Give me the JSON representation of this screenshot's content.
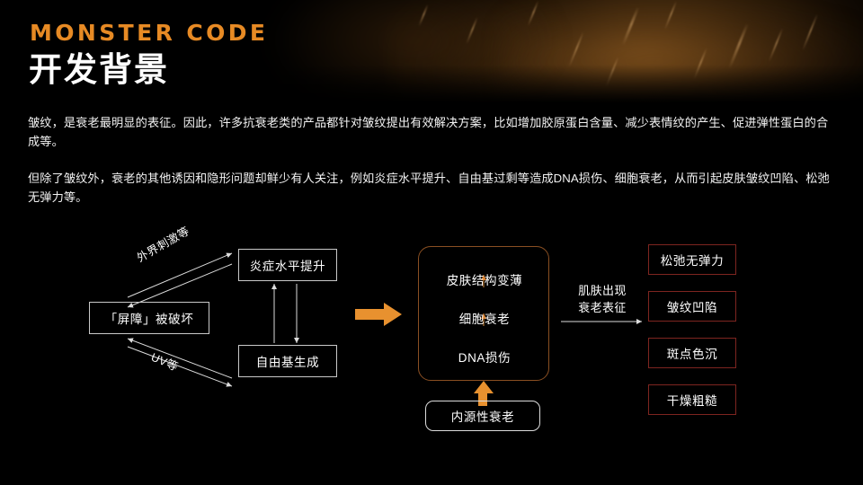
{
  "slide": {
    "brand": "MONSTER CODE",
    "title": "开发背景",
    "background_color": "#000000",
    "accent_color": "#e78a24",
    "result_border_color": "#7e2520",
    "center_border_color": "#8a4f22"
  },
  "body": {
    "paragraph_1": "皱纹，是衰老最明显的表征。因此，许多抗衰老类的产品都针对皱纹提出有效解决方案，比如增加胶原蛋白含量、减少表情纹的产生、促进弹性蛋白的合成等。",
    "paragraph_2": "但除了皱纹外，衰老的其他诱因和隐形问题却鲜少有人关注，例如炎症水平提升、自由基过剩等造成DNA损伤、细胞衰老，从而引起皮肤皱纹凹陷、松弛无弹力等。"
  },
  "diagram": {
    "causes": {
      "barrier": "「屏障」被破坏",
      "inflammation": "炎症水平提升",
      "free_radical": "自由基生成",
      "label_external": "外界刺激等",
      "label_uv": "UV等"
    },
    "center": {
      "line_1": "皮肤结构变薄",
      "line_2": "细胞衰老",
      "line_3": "DNA损伤"
    },
    "endogenous": "内源性衰老",
    "transition_label": "肌肤出现\n衰老表征",
    "transition_label_line_1": "肌肤出现",
    "transition_label_line_2": "衰老表征",
    "results": [
      {
        "label": "松弛无弹力"
      },
      {
        "label": "皱纹凹陷"
      },
      {
        "label": "斑点色沉"
      },
      {
        "label": "干燥粗糙"
      }
    ]
  }
}
